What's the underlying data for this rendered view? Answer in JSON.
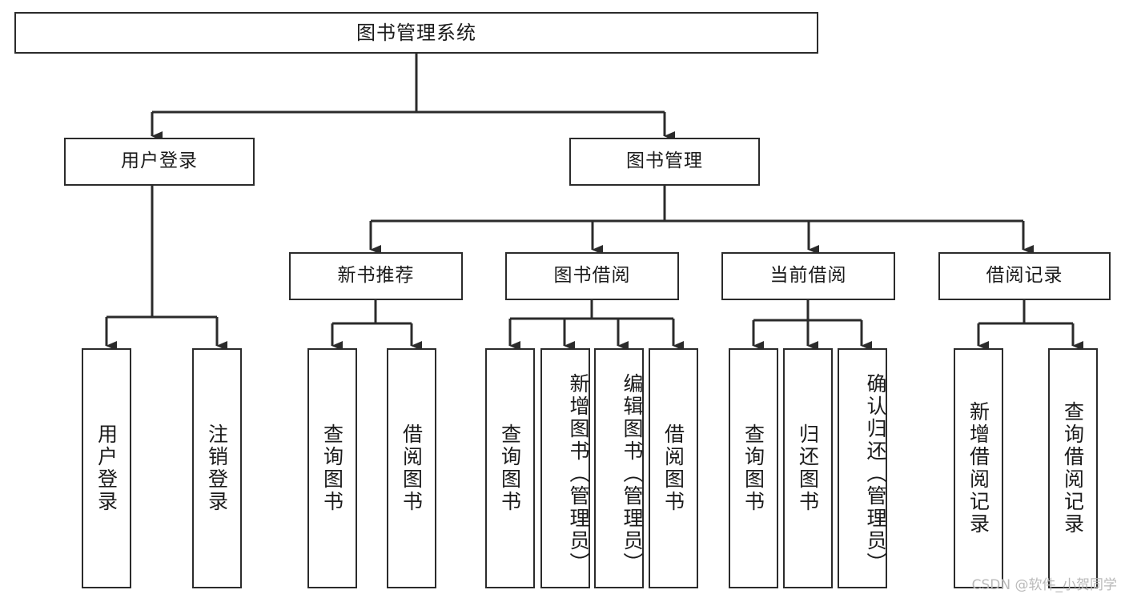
{
  "diagram": {
    "type": "tree-hierarchy-chart",
    "title": "图书管理系统",
    "colors": {
      "box_border": "#2b2b2b",
      "box_fill": "#ffffff",
      "connector": "#2b2b2b",
      "text": "#1b1b1b",
      "watermark": "#b9b9b9",
      "background": "#ffffff"
    },
    "watermark": "CSDN @软件_小贺同学",
    "root": {
      "label": "图书管理系统"
    },
    "level2": [
      {
        "id": "user-login",
        "label": "用户登录"
      },
      {
        "id": "book-management",
        "label": "图书管理"
      }
    ],
    "level3": [
      {
        "id": "new-book-recommend",
        "label": "新书推荐",
        "parent": "book-management"
      },
      {
        "id": "book-borrow",
        "label": "图书借阅",
        "parent": "book-management"
      },
      {
        "id": "current-borrow",
        "label": "当前借阅",
        "parent": "book-management"
      },
      {
        "id": "borrow-record",
        "label": "借阅记录",
        "parent": "book-management"
      }
    ],
    "leaves": [
      {
        "id": "leaf-user-login",
        "label": "用户登录",
        "parent": "user-login"
      },
      {
        "id": "leaf-logout-login",
        "label": "注销登录",
        "parent": "user-login"
      },
      {
        "id": "leaf-query-book-1",
        "label": "查询图书",
        "parent": "new-book-recommend"
      },
      {
        "id": "leaf-borrow-book-1",
        "label": "借阅图书",
        "parent": "new-book-recommend"
      },
      {
        "id": "leaf-query-book-2",
        "label": "查询图书",
        "parent": "book-borrow"
      },
      {
        "id": "leaf-add-book",
        "label": "新增图书（管理员）",
        "parent": "book-borrow"
      },
      {
        "id": "leaf-edit-book",
        "label": "编辑图书（管理员）",
        "parent": "book-borrow"
      },
      {
        "id": "leaf-borrow-book-2",
        "label": "借阅图书",
        "parent": "book-borrow"
      },
      {
        "id": "leaf-query-book-3",
        "label": "查询图书",
        "parent": "current-borrow"
      },
      {
        "id": "leaf-return-book",
        "label": "归还图书",
        "parent": "current-borrow"
      },
      {
        "id": "leaf-confirm-return",
        "label": "确认归还（管理员）",
        "parent": "current-borrow"
      },
      {
        "id": "leaf-add-borrow-record",
        "label": "新增借阅记录",
        "parent": "borrow-record"
      },
      {
        "id": "leaf-query-borrow-record",
        "label": "查询借阅记录",
        "parent": "borrow-record"
      }
    ]
  }
}
